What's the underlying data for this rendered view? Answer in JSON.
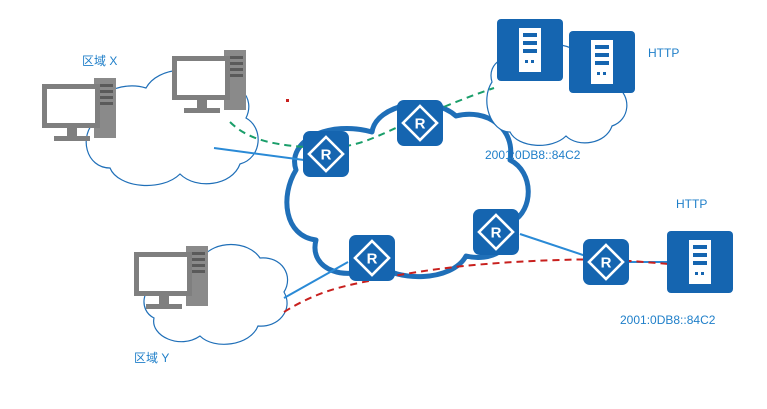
{
  "zones": {
    "x": "区域 X",
    "y": "区域 Y"
  },
  "servers": {
    "top_label": "HTTP",
    "top_address": "2001:0DB8::84C2",
    "right_label": "HTTP",
    "right_address": "2001:0DB8::84C2"
  },
  "router_glyph": "R",
  "colors": {
    "accent_blue": "#1565b0",
    "link_blue": "#2a8ad6",
    "cloud_stroke": "#1f6fb8",
    "pc_grey": "#7f7f7f",
    "green_path": "#1a9e6a",
    "red_path": "#c8201e"
  },
  "icons": {
    "router": "router-icon",
    "server": "server-icon",
    "pc": "pc-icon",
    "cloud": "cloud-icon"
  }
}
